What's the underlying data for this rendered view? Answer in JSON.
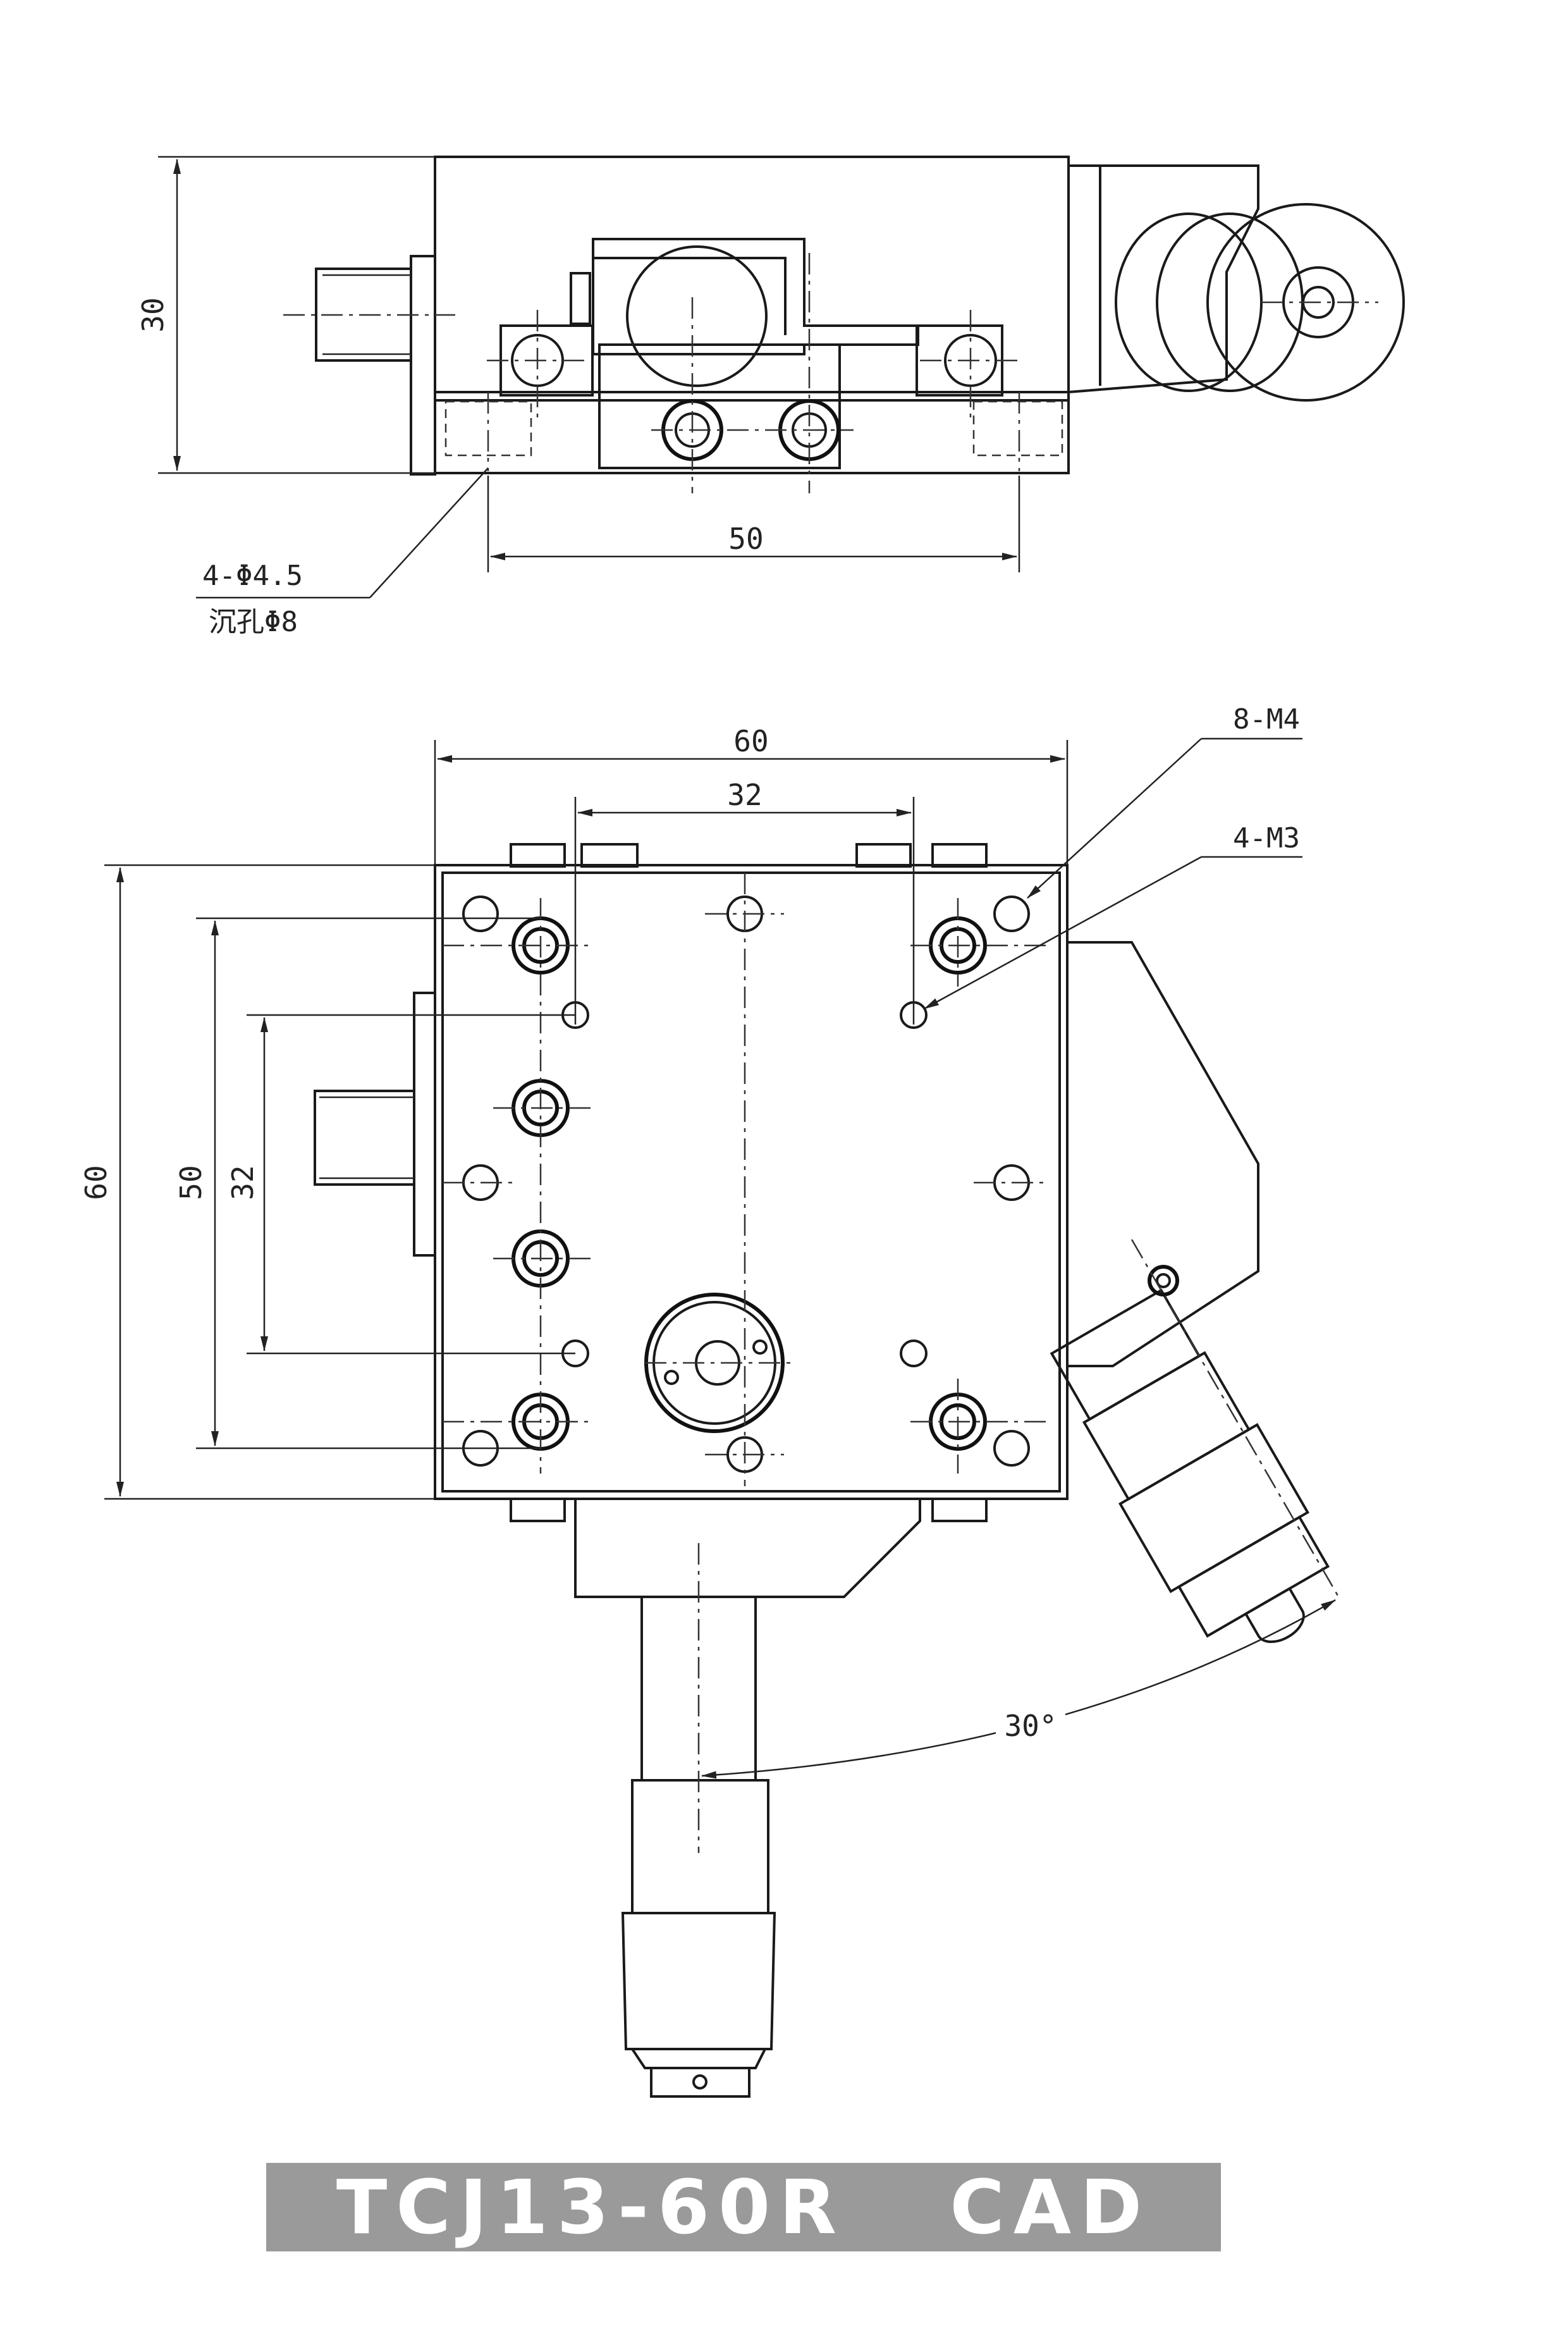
{
  "title": "TCJ13-60R   CAD",
  "side_view": {
    "dim_height": "30",
    "dim_hole_spacing": "50",
    "note_holes_line1": "4-Φ4.5",
    "note_holes_line2": "沉孔Φ8"
  },
  "top_view": {
    "dim_width_outer": "60",
    "dim_width_inner": "32",
    "dim_height_outer": "60",
    "dim_height_mid": "50",
    "dim_height_inner": "32",
    "note_m4": "8-M4",
    "note_m3": "4-M3",
    "angle": "30°"
  }
}
